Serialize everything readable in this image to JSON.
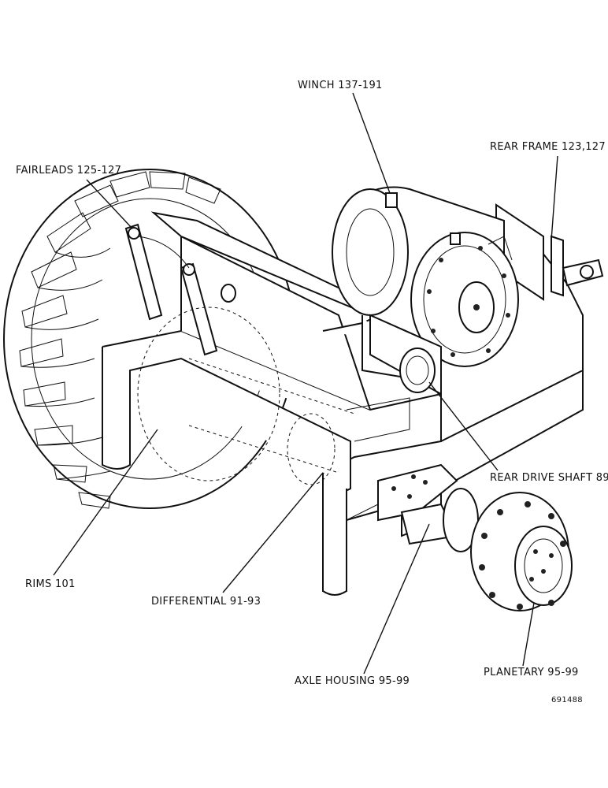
{
  "labels": {
    "winch": "WINCH 137-191",
    "rear_frame": "REAR FRAME 123,127",
    "fairleads": "FAIRLEADS 125-127",
    "rear_drive_shaft": "REAR DRIVE SHAFT 89",
    "rims": "RIMS 101",
    "differential": "DIFFERENTIAL 91-93",
    "axle_housing": "AXLE HOUSING 95-99",
    "planetary": "PLANETARY 95-99"
  },
  "figure_code": "691488"
}
